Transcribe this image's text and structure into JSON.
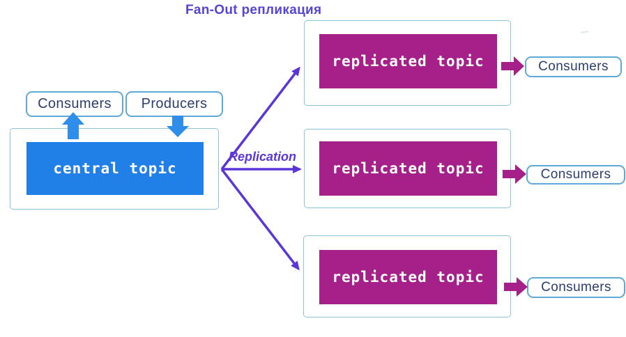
{
  "title": {
    "text": "Fan-Out репликация"
  },
  "colors": {
    "title_text": "#5545d6",
    "fanout_arrow": "#5b35d6",
    "blue_arrow": "#2f8eea",
    "central_topic_bg": "#2180e8",
    "replicated_topic_bg": "#a52189",
    "consumers_arrow": "#a52189",
    "container_border": "#8cc3d8",
    "pill_border": "#5fa9d9",
    "pill_text": "#2c3e6e",
    "topic_text": "#ffffff"
  },
  "central": {
    "consumers_label": "Consumers",
    "producers_label": "Producers",
    "topic_label": "central topic"
  },
  "replication_label": "Replication",
  "replicas": [
    {
      "topic_label": "replicated topic",
      "consumers_label": "Consumers"
    },
    {
      "topic_label": "replicated topic",
      "consumers_label": "Consumers"
    },
    {
      "topic_label": "replicated topic",
      "consumers_label": "Consumers"
    }
  ]
}
